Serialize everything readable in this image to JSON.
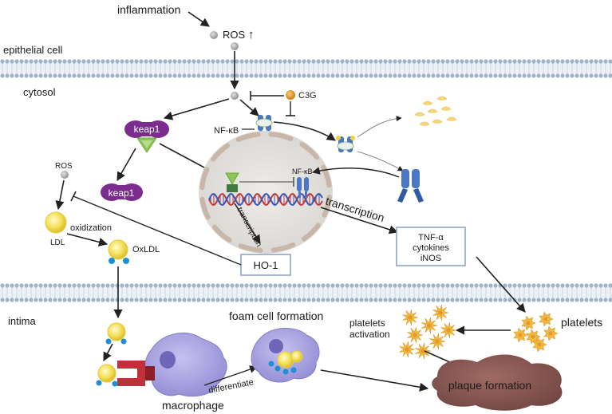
{
  "labels": {
    "inflammation": "inflammation",
    "ros_top": "ROS",
    "ros_arrow": "↑",
    "epithelial_cell": "epithelial cell",
    "cytosol": "cytosol",
    "c3g": "C3G",
    "nfkb_cyto": "NF-κB",
    "nfkb_nucleus": "NF-κB",
    "keap1_top": "keap1",
    "keap1_bottom": "keap1",
    "ros_left": "ROS",
    "ldl": "LDL",
    "oxidization": "oxidization",
    "oxldl": "OxLDL",
    "transcription_nucleus": "transcription",
    "transcription_right": "transcription",
    "ho1": "HO-1",
    "tnf": "TNF-α",
    "cytokines": "cytokines",
    "inos": "iNOS",
    "intima": "intima",
    "foam_cell": "foam cell formation",
    "platelets_activation_1": "platelets",
    "platelets_activation_2": "activation",
    "platelets": "platelets",
    "differentiate": "differentiate",
    "macrophage": "macrophage",
    "plaque": "plaque formation"
  },
  "colors": {
    "membrane_head": "#9fb4c9",
    "membrane_tail": "#c9d5e2",
    "keap1": "#7b2c8c",
    "keap1_triangle": "#8fc45a",
    "ros_particle": "#a9a9a9",
    "c3g": "#d98c14",
    "ldl_yellow": "#f4e15a",
    "ldl_blue": "#1f8fd3",
    "macrophage": "#a8a2de",
    "receptor": "#c0303a",
    "nucleus": "#e3e1de",
    "nfkb_blue": "#4a78c2",
    "platelet": "#f2b844",
    "plaque": "#8a5a56",
    "cytokine": "#f4d77a",
    "box_border": "#8fa3c5",
    "dna_red": "#c23a3a",
    "dna_blue": "#3a55b4"
  }
}
